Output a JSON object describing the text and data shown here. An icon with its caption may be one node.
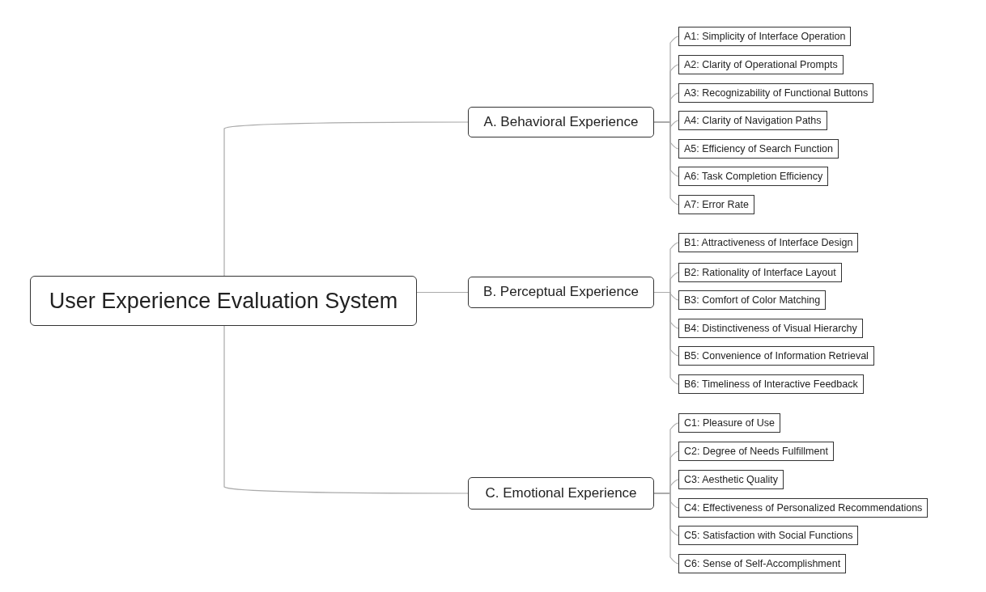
{
  "diagram": {
    "nodes": [
      {
        "text": [
          "User Experience Evaluation System"
        ]
      },
      {
        "text": [
          "A. Behavioral Experience"
        ]
      },
      {
        "text": [
          "A1: Simplicity of Interface Operation"
        ]
      },
      {
        "text": [
          "A2: Clarity of Operational Prompts"
        ]
      },
      {
        "text": [
          "A3: Recognizability of Functional Buttons"
        ]
      },
      {
        "text": [
          "A4: Clarity of Navigation Paths"
        ]
      },
      {
        "text": [
          "A5: Efficiency of Search Function"
        ]
      },
      {
        "text": [
          "A6: Task Completion Efficiency"
        ]
      },
      {
        "text": [
          "A7: Error Rate"
        ]
      },
      {
        "text": [
          "B. Perceptual Experience"
        ]
      },
      {
        "text": [
          "B1: Attractiveness of Interface Design"
        ]
      },
      {
        "text": [
          "B2: Rationality of Interface Layout"
        ]
      },
      {
        "text": [
          "B3: Comfort of Color Matching"
        ]
      },
      {
        "text": [
          "B4: Distinctiveness of Visual Hierarchy"
        ]
      },
      {
        "text": [
          "B5: Convenience of Information Retrieval"
        ]
      },
      {
        "text": [
          "B6: Timeliness of Interactive Feedback"
        ]
      },
      {
        "text": [
          "C. Emotional Experience"
        ]
      },
      {
        "text": [
          "C1: Pleasure of Use"
        ]
      },
      {
        "text": [
          "C2: Degree of Needs Fulfillment"
        ]
      },
      {
        "text": [
          "C3: Aesthetic Quality"
        ]
      },
      {
        "text": [
          "C4: Effectiveness of Personalized Recommendations"
        ]
      },
      {
        "text": [
          "C5: Satisfaction with Social Functions"
        ]
      },
      {
        "text": [
          "C6: Sense of Self-Accomplishment"
        ]
      }
    ],
    "edges": [
      {
        "from": 0,
        "to": 1,
        "arrow": "none"
      },
      {
        "from": 0,
        "to": 9,
        "arrow": "none"
      },
      {
        "from": 0,
        "to": 16,
        "arrow": "none"
      },
      {
        "from": 1,
        "to": 2,
        "arrow": "none"
      },
      {
        "from": 1,
        "to": 3,
        "arrow": "none"
      },
      {
        "from": 1,
        "to": 4,
        "arrow": "none"
      },
      {
        "from": 1,
        "to": 5,
        "arrow": "none"
      },
      {
        "from": 1,
        "to": 6,
        "arrow": "none"
      },
      {
        "from": 1,
        "to": 7,
        "arrow": "none"
      },
      {
        "from": 1,
        "to": 8,
        "arrow": "none"
      },
      {
        "from": 9,
        "to": 10,
        "arrow": "none"
      },
      {
        "from": 9,
        "to": 11,
        "arrow": "none"
      },
      {
        "from": 9,
        "to": 12,
        "arrow": "none"
      },
      {
        "from": 9,
        "to": 13,
        "arrow": "none"
      },
      {
        "from": 9,
        "to": 14,
        "arrow": "none"
      },
      {
        "from": 9,
        "to": 15,
        "arrow": "none"
      },
      {
        "from": 16,
        "to": 17,
        "arrow": "none"
      },
      {
        "from": 16,
        "to": 18,
        "arrow": "none"
      },
      {
        "from": 16,
        "to": 19,
        "arrow": "none"
      },
      {
        "from": 16,
        "to": 20,
        "arrow": "none"
      },
      {
        "from": 16,
        "to": 21,
        "arrow": "none"
      },
      {
        "from": 16,
        "to": 22,
        "arrow": "none"
      }
    ]
  }
}
